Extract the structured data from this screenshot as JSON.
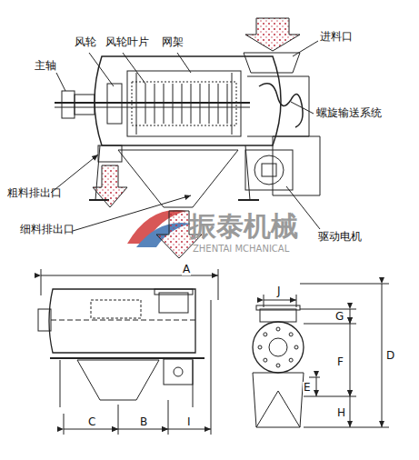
{
  "diagram": {
    "labels": [
      "风轮",
      "风轮叶片",
      "网架",
      "进料口",
      "主轴",
      "螺旋输送系统",
      "粗料排出口",
      "细料排出口",
      "驱动电机",
      "振泰机械",
      "ZHENTAI MCHANICAL",
      "A",
      "C",
      "B",
      "I",
      "J",
      "G",
      "F",
      "D",
      "E",
      "H"
    ]
  }
}
